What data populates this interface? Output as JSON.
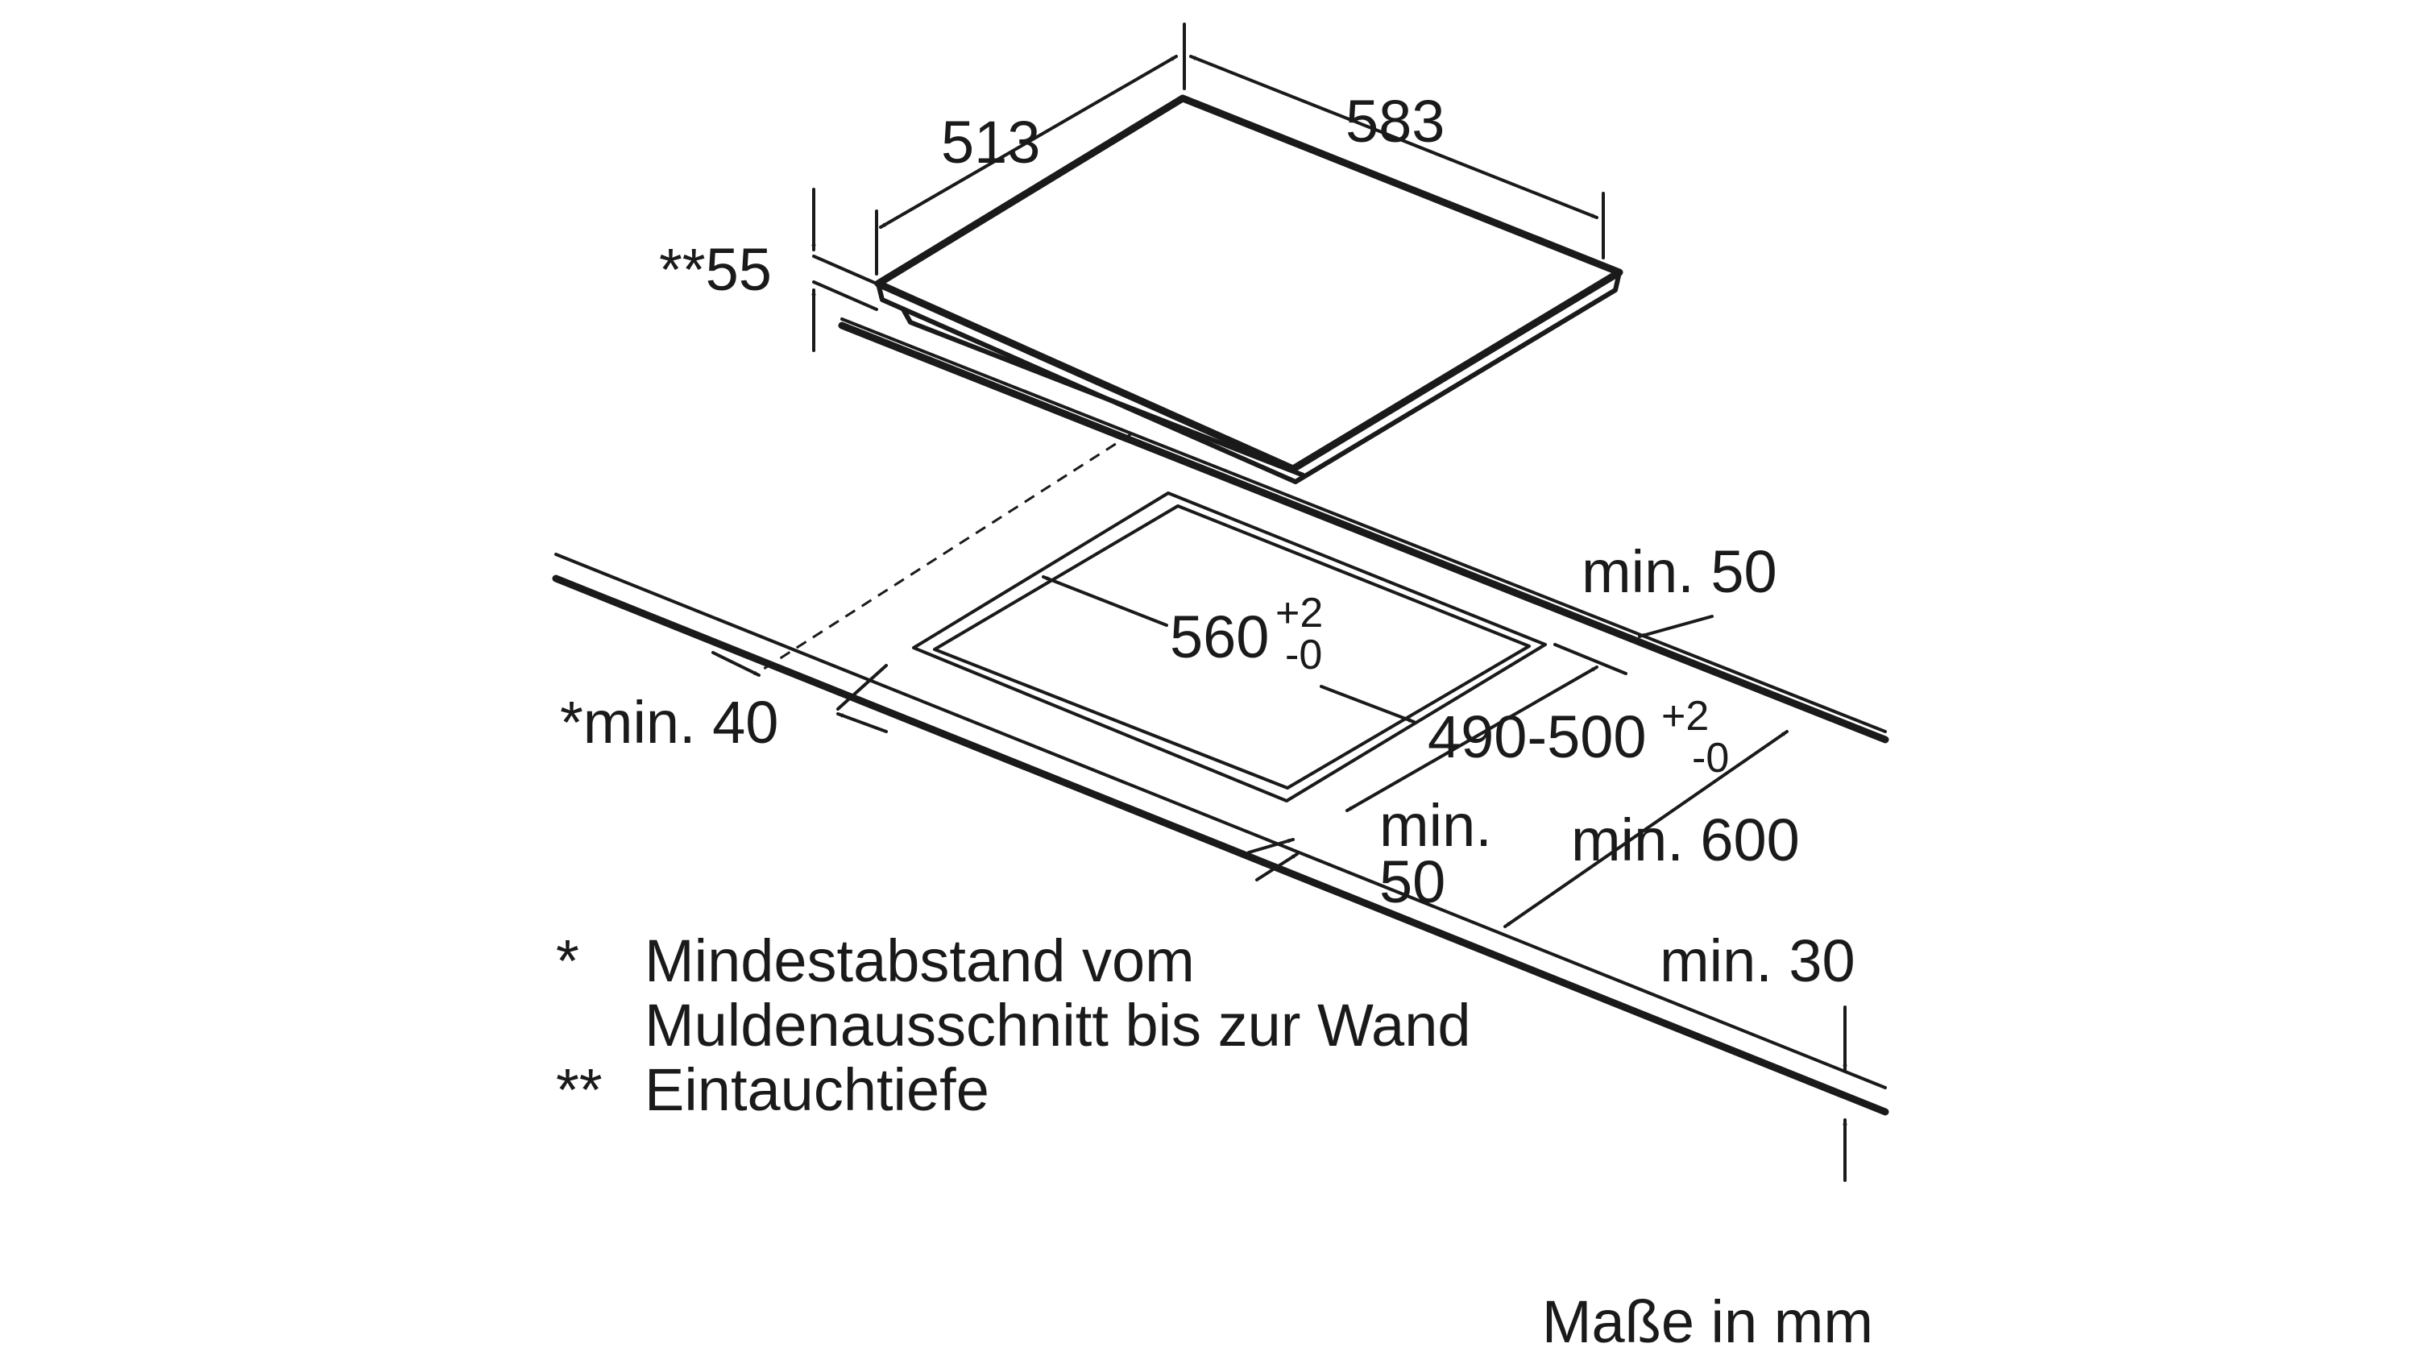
{
  "colors": {
    "line": "#1a1a1a",
    "background": "#ffffff"
  },
  "dimensions": {
    "depth": "513",
    "width": "583",
    "immersion_depth": "**55",
    "cutout_width": "560",
    "cutout_width_tol_plus": "+2",
    "cutout_width_tol_minus": "-0",
    "min_back": "min. 50",
    "min_wall": "*min. 40",
    "cutout_depth": "490-500",
    "cutout_depth_tol_plus": "+2",
    "cutout_depth_tol_minus": "-0",
    "min_front_line1": "min.",
    "min_front_line2": "50",
    "min_counter_depth": "min. 600",
    "min_worktop_thickness": "min. 30"
  },
  "notes": [
    {
      "marker": "*",
      "line1": "Mindestabstand vom",
      "line2": "Muldenausschnitt bis zur Wand"
    },
    {
      "marker": "**",
      "line1": "Eintauchtiefe"
    }
  ],
  "units_note": "Maße in mm"
}
